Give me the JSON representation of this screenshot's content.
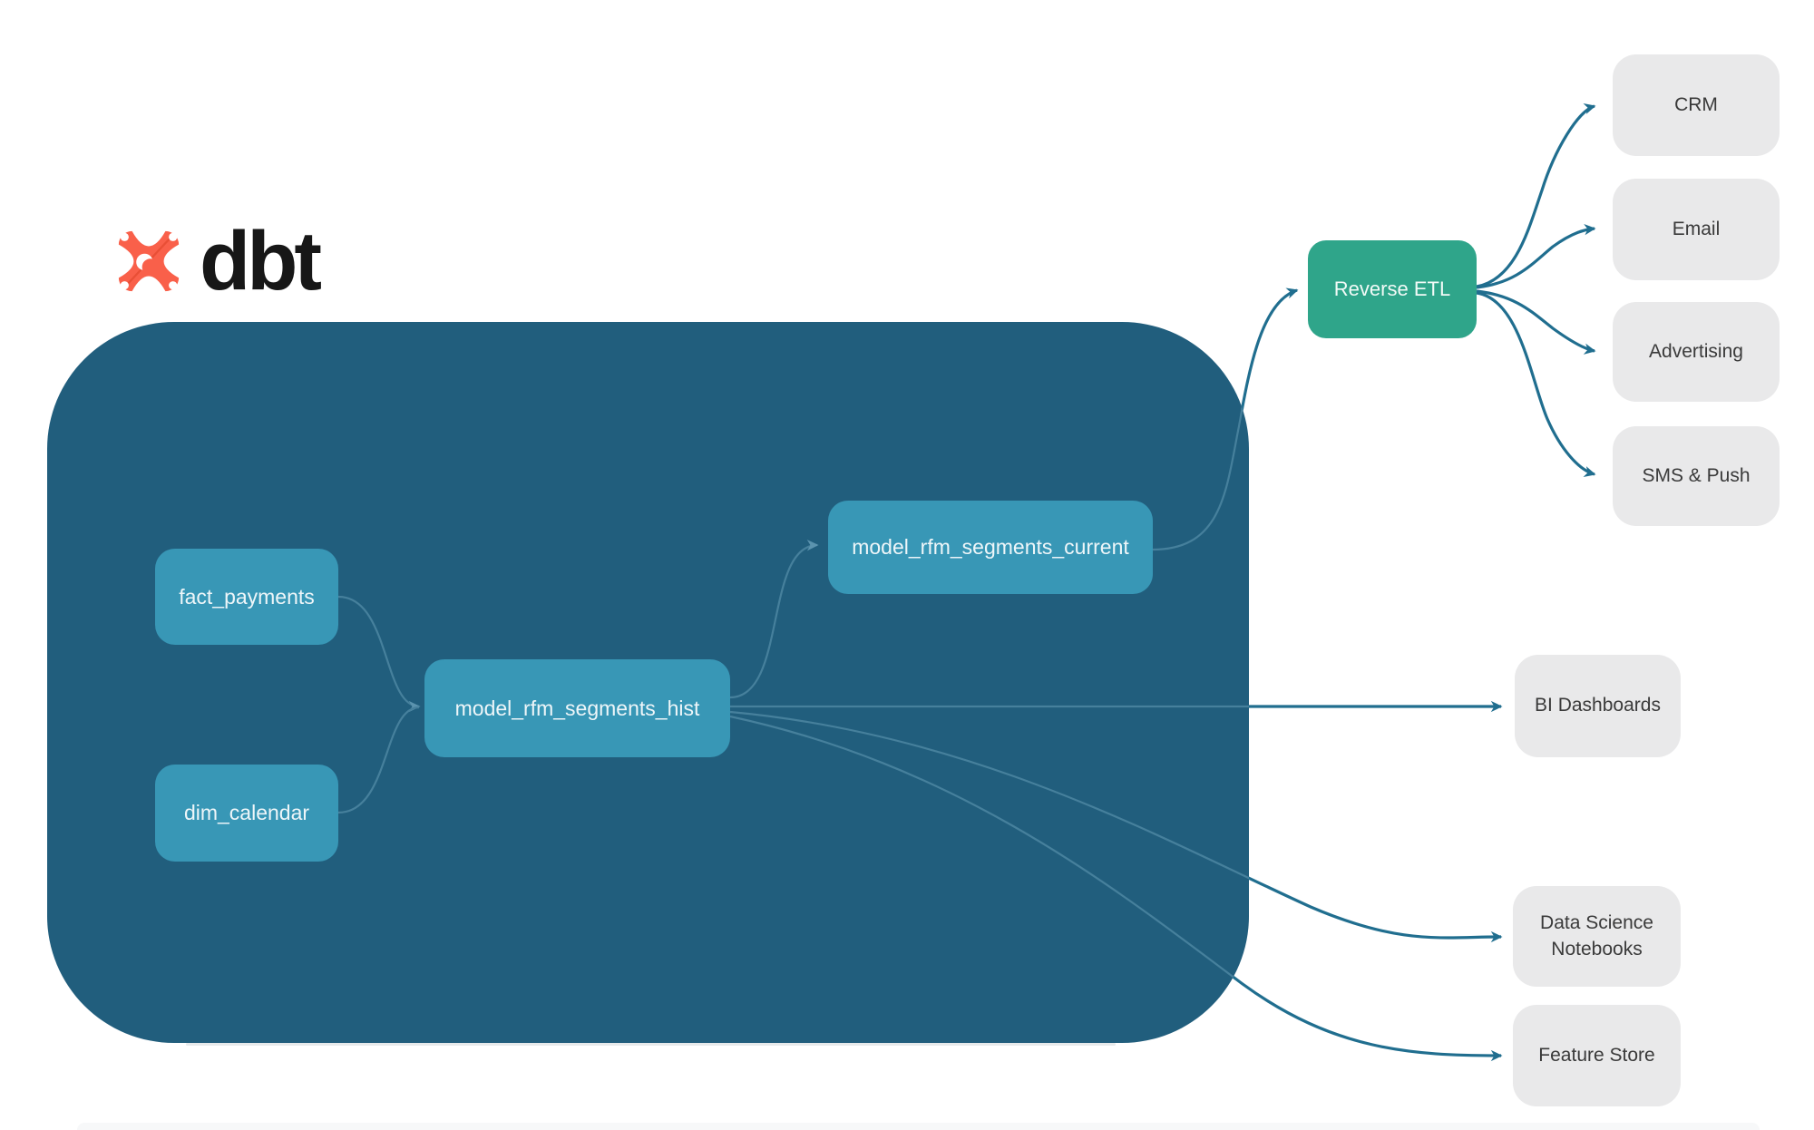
{
  "brand": {
    "name": "dbt"
  },
  "colors": {
    "logo_orange": "#f9604a",
    "container": "#215e7d",
    "model_node": "#3897b6",
    "reverse_etl_green": "#2fa58a",
    "destination_gray": "#e9e9ea",
    "edge_outside": "#206e8f",
    "edge_inside": "#46809c",
    "text_light": "#eef6f9",
    "text_dark": "#3a3a3a"
  },
  "container": {
    "nodes": [
      {
        "id": "fact_payments",
        "label": "fact_payments"
      },
      {
        "id": "dim_calendar",
        "label": "dim_calendar"
      },
      {
        "id": "model_rfm_segments_hist",
        "label": "model_rfm_segments_hist"
      },
      {
        "id": "model_rfm_segments_current",
        "label": "model_rfm_segments_current"
      }
    ]
  },
  "reverse_etl": {
    "label": "Reverse ETL"
  },
  "destinations": [
    {
      "label": "CRM"
    },
    {
      "label": "Email"
    },
    {
      "label": "Advertising"
    },
    {
      "label": "SMS & Push"
    }
  ],
  "outputs": [
    {
      "label": "BI Dashboards"
    },
    {
      "label": "Data Science Notebooks"
    },
    {
      "label": "Feature Store"
    }
  ],
  "edges": [
    {
      "from": "fact_payments",
      "to": "model_rfm_segments_hist"
    },
    {
      "from": "dim_calendar",
      "to": "model_rfm_segments_hist"
    },
    {
      "from": "model_rfm_segments_hist",
      "to": "model_rfm_segments_current"
    },
    {
      "from": "model_rfm_segments_current",
      "to": "Reverse ETL"
    },
    {
      "from": "model_rfm_segments_hist",
      "to": "BI Dashboards"
    },
    {
      "from": "model_rfm_segments_hist",
      "to": "Data Science Notebooks"
    },
    {
      "from": "model_rfm_segments_hist",
      "to": "Feature Store"
    },
    {
      "from": "Reverse ETL",
      "to": "CRM"
    },
    {
      "from": "Reverse ETL",
      "to": "Email"
    },
    {
      "from": "Reverse ETL",
      "to": "Advertising"
    },
    {
      "from": "Reverse ETL",
      "to": "SMS & Push"
    }
  ]
}
